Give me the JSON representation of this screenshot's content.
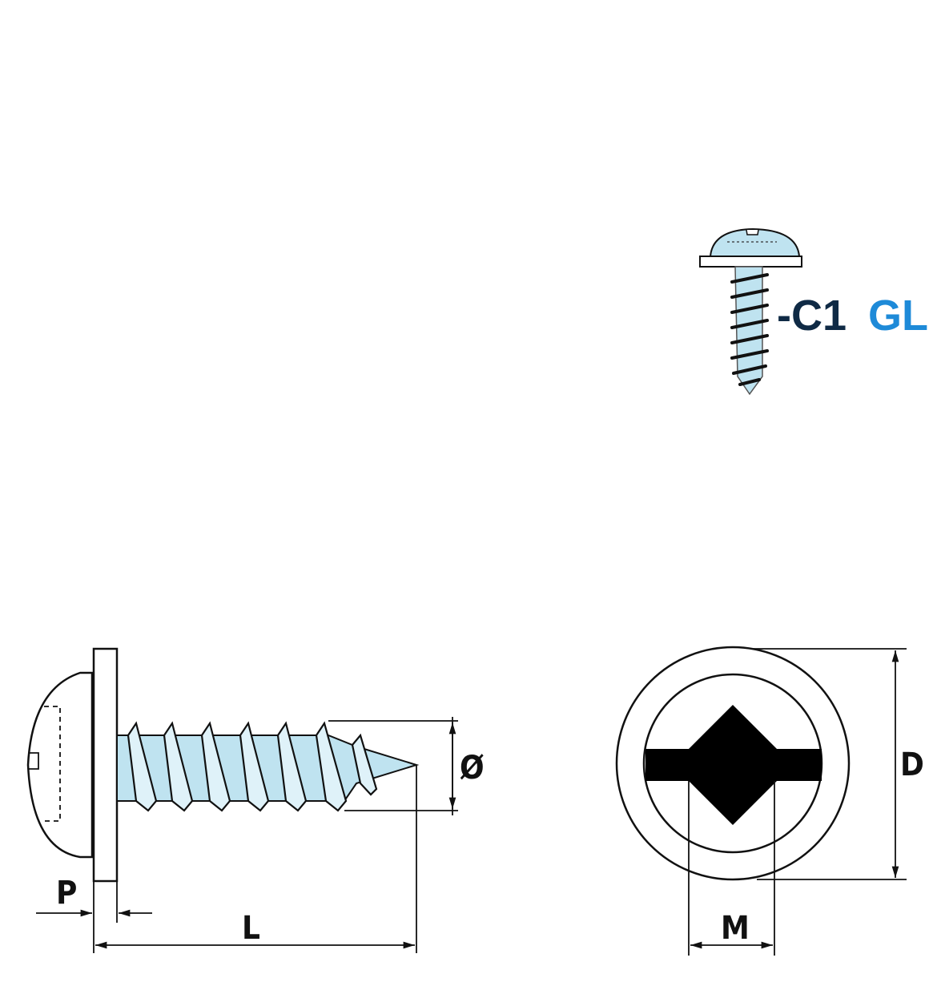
{
  "colors": {
    "metal": "#bfe3f0",
    "ink": "#111111",
    "code_dark": "#0f2a45",
    "code_blue": "#1e8ad8"
  },
  "logo": {
    "code_prefix": "-C1",
    "code_suffix": "GL"
  },
  "side_view": {
    "labels": {
      "washer_thickness": "P",
      "length": "L",
      "diameter": "Ø"
    }
  },
  "front_view": {
    "labels": {
      "head_diameter": "D",
      "recess_width": "M"
    }
  }
}
